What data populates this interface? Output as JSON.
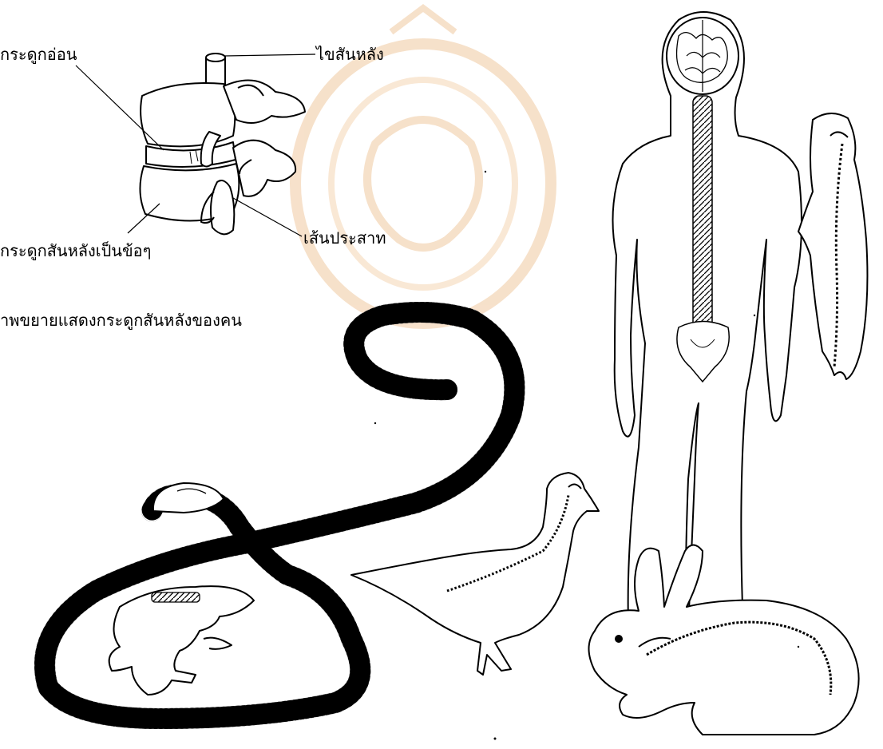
{
  "labels": {
    "cartilage": "กระดูกอ่อน",
    "spinal_cord": "ไขสันหลัง",
    "vertebrae": "กระดูกสันหลังเป็นข้อๆ",
    "nerve": "เส้นประสาท",
    "caption": "าพขยายแสดงกระดูกสันหลังของคน"
  },
  "colors": {
    "line": "#000000",
    "watermark": "#f0c9a0",
    "background": "#ffffff"
  }
}
